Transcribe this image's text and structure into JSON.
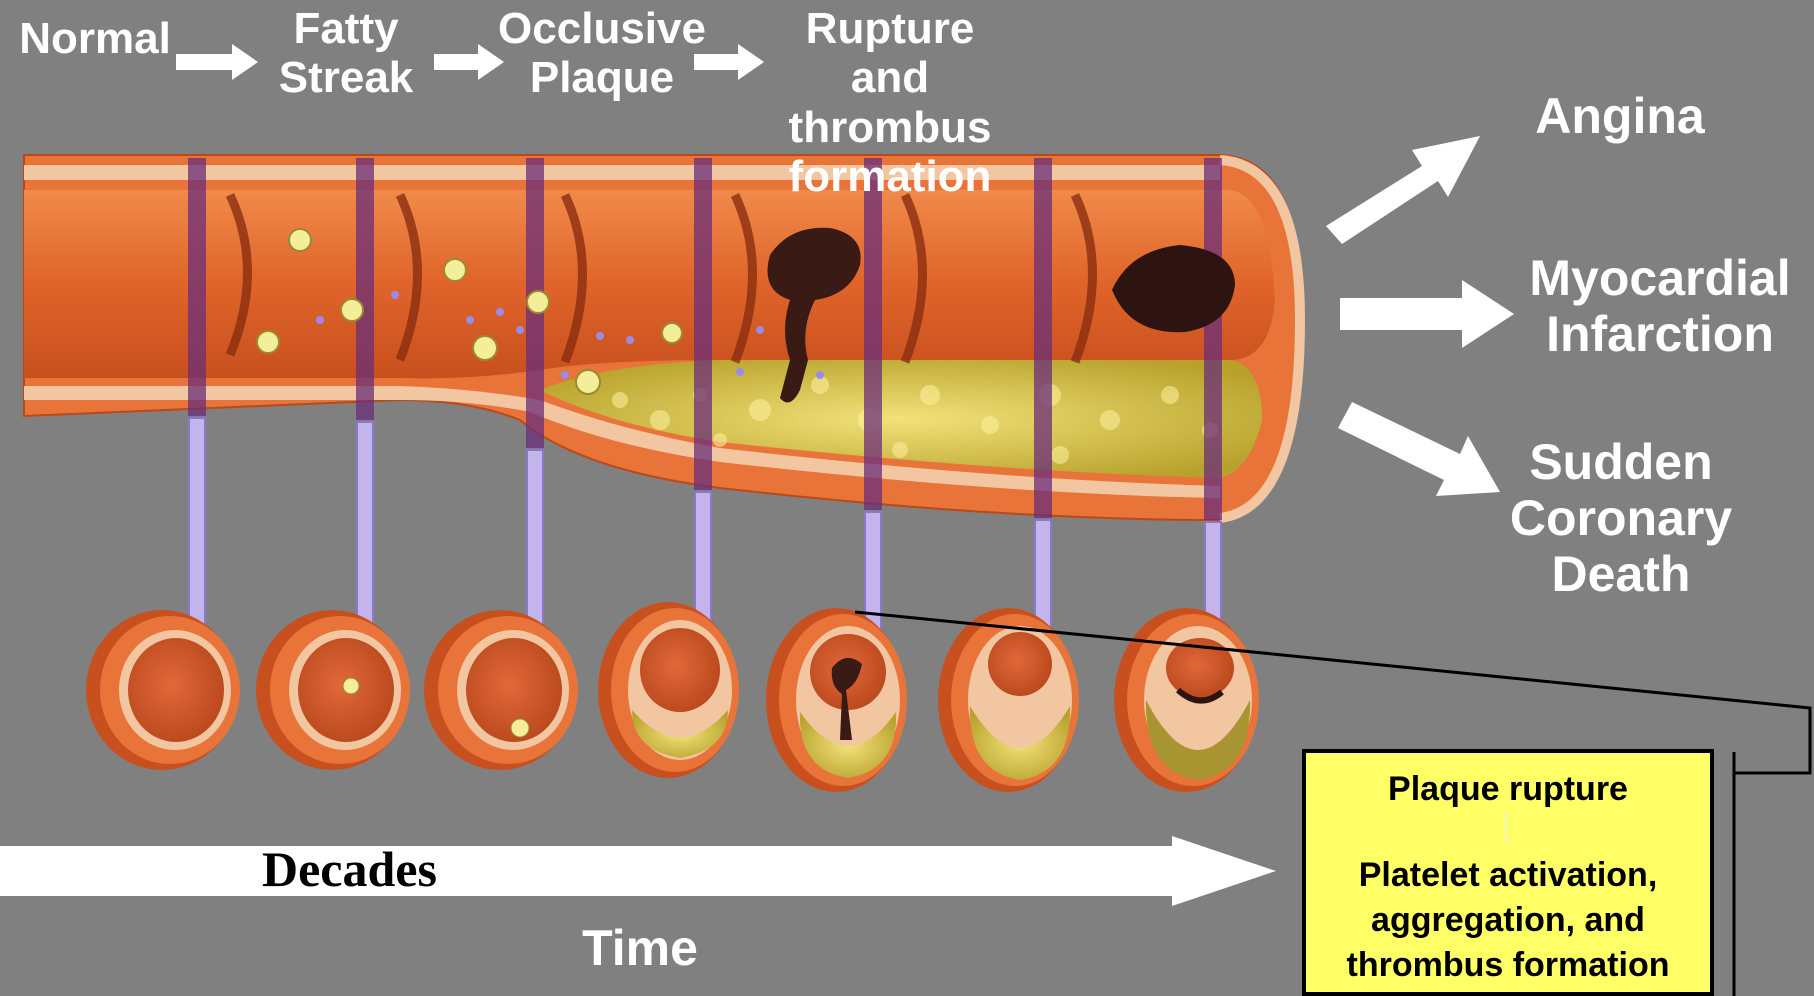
{
  "stages": [
    "Normal",
    "Fatty\nStreak",
    "Occlusive\nPlaque",
    "Rupture\nand\nthrombus\nformation"
  ],
  "outcomes": [
    "Angina",
    "Myocardial\nInfarction",
    "Sudden\nCoronary\nDeath"
  ],
  "timeline": {
    "arrow_label": "Decades",
    "axis_label": "Time"
  },
  "callout": {
    "step1": "Plaque rupture",
    "step2": "Platelet activation,\naggregation, and\nthrombus formation"
  },
  "colors": {
    "background": "#808080",
    "vessel_wall": "#e8743a",
    "vessel_lumen": "#d85a1e",
    "intima": "#f2c6a0",
    "plaque": "#d8c640",
    "thrombus": "#3a1a14",
    "connector": "#c4b4ee",
    "callout_fill": "#ffff66"
  }
}
